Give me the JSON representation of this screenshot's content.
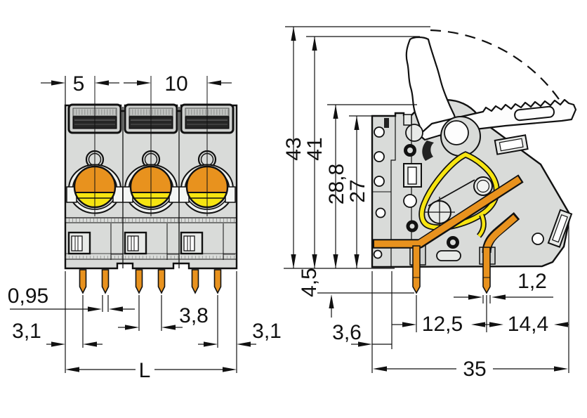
{
  "drawing": {
    "type": "technical-dimension-drawing",
    "subject": "3-pole PCB terminal block with lever clamp, front view and side view",
    "views": [
      "front-view",
      "side-view"
    ]
  },
  "dims": {
    "front": {
      "edge_to_first_pole": "5",
      "pole_pitch": "10",
      "pin_width": "0,95",
      "pin_pair_spacing": "3,8",
      "left_margin": "3,1",
      "right_margin": "3,1",
      "overall_length": "L"
    },
    "side": {
      "height_lever_max": "43",
      "height_lever_open": "41",
      "height_upper": "28,8",
      "height_housing": "27",
      "pin_length": "4,5",
      "edge_offset": "3,6",
      "pin_row_spacing": "12,5",
      "pin_thickness": "1,2",
      "pin_to_back": "14,4",
      "overall_depth": "35"
    }
  },
  "colors": {
    "housing_gray": "#d9dbd9",
    "contact_orange": "#e8921e",
    "spring_yellow": "#f7e511",
    "line_black": "#111111",
    "background": "#ffffff"
  }
}
